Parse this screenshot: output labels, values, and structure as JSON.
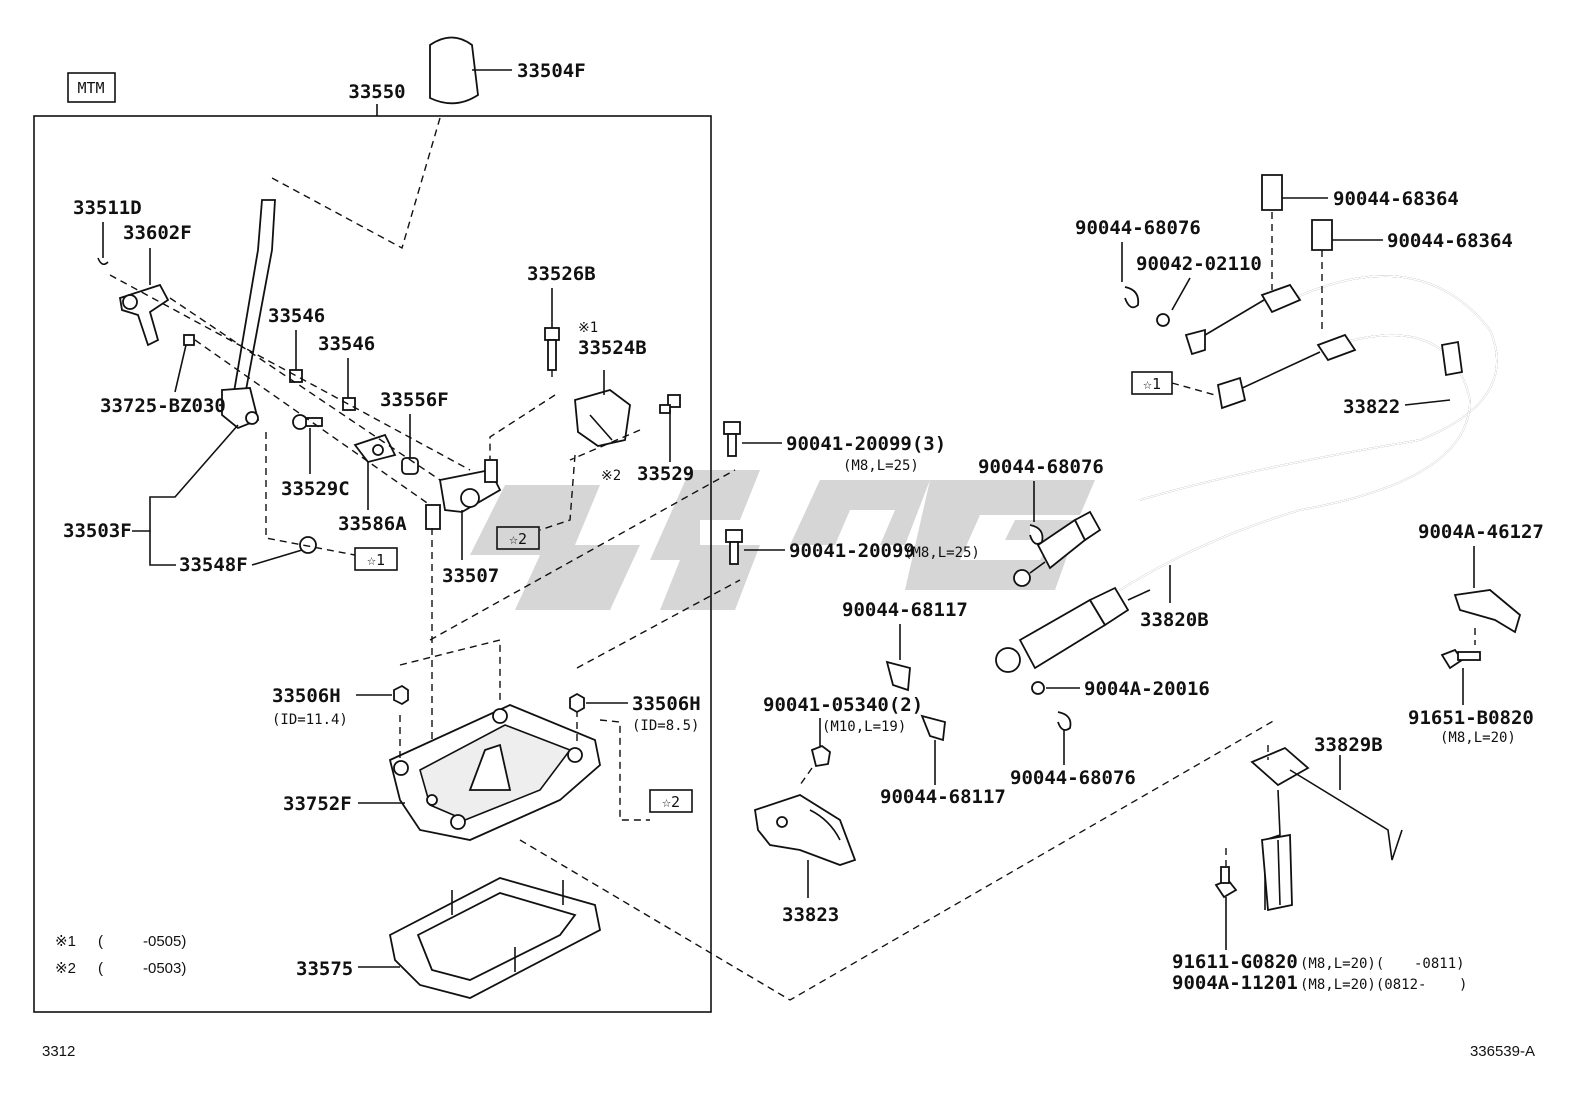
{
  "diagram": {
    "tag": "MTM",
    "assembly": "33550",
    "footer_left": "3312",
    "footer_right": "336539-A",
    "notes": [
      {
        "mark": "※1",
        "open": "(",
        "code": "-0505)"
      },
      {
        "mark": "※2",
        "open": "(",
        "code": "-0503)"
      }
    ],
    "star1": "☆1",
    "star2": "☆2",
    "mark1": "※1",
    "mark2": "※2",
    "parts": {
      "p33504F": "33504F",
      "p33511D": "33511D",
      "p33602F": "33602F",
      "p33725": "33725-BZ030",
      "p33546a": "33546",
      "p33546b": "33546",
      "p33526B": "33526B",
      "p33524B": "33524B",
      "p33556F": "33556F",
      "p33529": "33529",
      "p33529C": "33529C",
      "p33586A": "33586A",
      "p33503F": "33503F",
      "p33548F": "33548F",
      "p33507": "33507",
      "p33506Ha": "33506H",
      "p33506Ha_sub": "(ID=11.4)",
      "p33506Hb": "33506H",
      "p33506Hb_sub": "(ID=8.5)",
      "p33752F": "33752F",
      "p33575": "33575",
      "b1": "90041-20099(3)",
      "b1_sub": "(M8,L=25)",
      "b2": "90041-20099",
      "b2_sub": "(M8,L=25)",
      "c68117a": "90044-68117",
      "b05340": "90041-05340(2)",
      "b05340_sub": "(M10,L=19)",
      "c68117b": "90044-68117",
      "p33823": "33823",
      "c68076a": "90044-68076",
      "w02110": "90042-02110",
      "c68364a": "90044-68364",
      "c68364b": "90044-68364",
      "p33822": "33822",
      "c68076b": "90044-68076",
      "p33820B": "33820B",
      "w20016": "9004A-20016",
      "c68076c": "90044-68076",
      "k46127": "9004A-46127",
      "b91651": "91651-B0820",
      "b91651_sub": "(M8,L=20)",
      "p33829B": "33829B",
      "b91611": "91611-G0820",
      "b91611_sub": "(M8,L=20)(",
      "b91611_range": "-0811)",
      "b11201": "9004A-11201",
      "b11201_sub": "(M8,L=20)(0812-",
      "b11201_close": ")"
    }
  }
}
